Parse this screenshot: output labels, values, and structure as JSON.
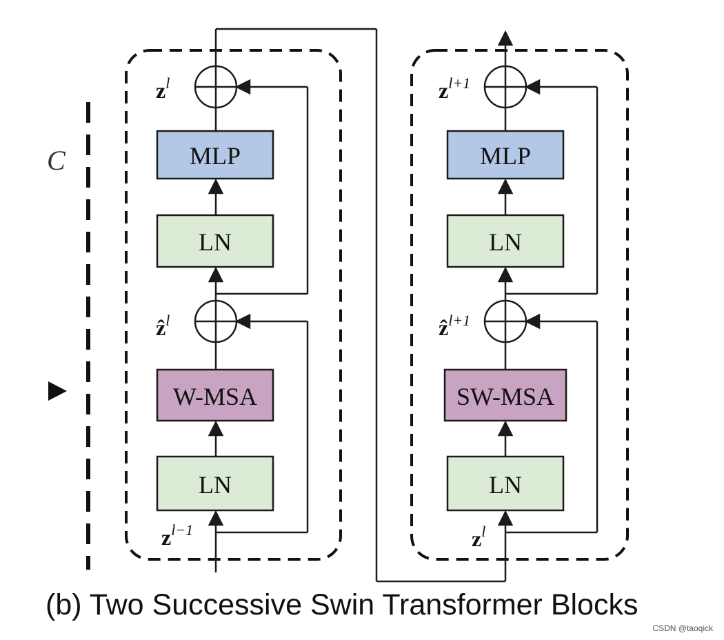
{
  "diagram": {
    "block1": {
      "ln_top": "LN",
      "mlp": "MLP",
      "attention": "W-MSA",
      "ln_bottom": "LN",
      "out_label": {
        "base": "z",
        "sup": "l"
      },
      "mid_label": {
        "base": "ẑ",
        "sup": "l"
      },
      "in_label": {
        "base": "z",
        "sup": "l−1"
      }
    },
    "block2": {
      "ln_top": "LN",
      "mlp": "MLP",
      "attention": "SW-MSA",
      "ln_bottom": "LN",
      "out_label": {
        "base": "z",
        "sup": "l+1"
      },
      "mid_label": {
        "base": "ẑ",
        "sup": "l+1"
      },
      "in_label": {
        "base": "z",
        "sup": "l"
      }
    },
    "colors": {
      "mlp": "#b3c7e6",
      "ln": "#dcebd5",
      "attention": "#c9a3c2",
      "stroke": "#1a1a1a"
    },
    "left_fragment_char": "C"
  },
  "caption": "(b) Two Successive Swin Transformer Blocks",
  "watermark": "CSDN @taoqick"
}
